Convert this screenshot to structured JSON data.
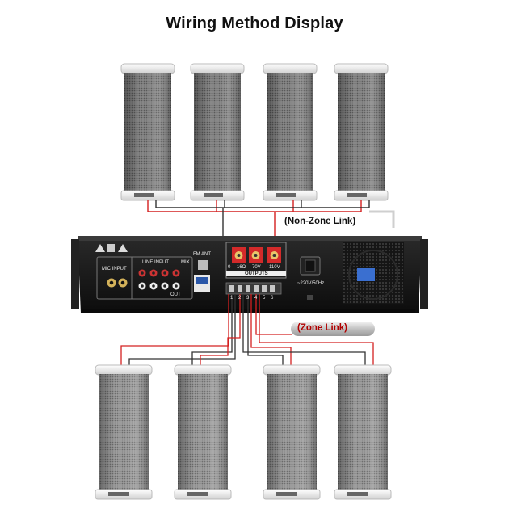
{
  "title": "Wiring Method Display",
  "labels": {
    "non_zone_link": "(Non-Zone Link)",
    "zone_link": "(Zone Link)"
  },
  "amplifier": {
    "mic_input": "MIC INPUT",
    "line_input": "LINE INPUT",
    "mix": "MIX",
    "out": "OUT",
    "fm_ant": "FM ANT",
    "outputs": "OUTPUTS",
    "power": "~220V/50Hz",
    "output_terminals": [
      "0",
      "16Ω",
      "70V",
      "110V"
    ],
    "zone_terminals": [
      "1",
      "2",
      "3",
      "4",
      "5",
      "6"
    ]
  },
  "colors": {
    "wire_red": "#d42020",
    "wire_black": "#333333",
    "speaker_body": "#7e7e7e",
    "amplifier_body": "#181818"
  },
  "speakers": {
    "top_row_count": 4,
    "bottom_row_count": 4
  }
}
